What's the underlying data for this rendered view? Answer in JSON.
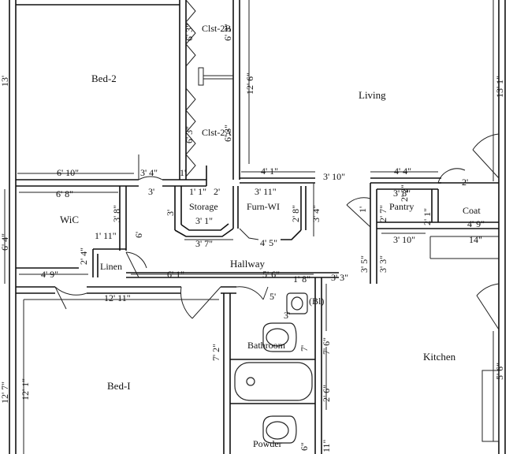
{
  "rooms": {
    "bed2": "Bed-2",
    "living": "Living",
    "clst2b": "Clst-2B",
    "clst2a": "Clst-2A",
    "wic": "WiC",
    "storage": "Storage",
    "furn_wi": "Furn-WI",
    "pantry": "Pantry",
    "coat": "Coat",
    "linen": "Linen",
    "hallway": "Hallway",
    "bathroom": "Bathroom",
    "kitchen": "Kitchen",
    "bed1": "Bed-I",
    "powder": "Powder"
  },
  "dimensions": {
    "d_6_10": "6' 10\"",
    "d_3_4_top": "3' 4\"",
    "d_1_a": "1'",
    "d_4_1": "4' 1\"",
    "d_3_10": "3' 10\"",
    "d_4_4": "4' 4\"",
    "d_6_8": "6' 8\"",
    "d_3_a": "3'",
    "d_1_1": "1' 1\"",
    "d_2_a": "2'",
    "d_3_11": "3' 11\"",
    "d_3_8_pantry": "3' 8\"",
    "d_3_b": "3'",
    "d_3_1": "3' 1\"",
    "d_3_4_right": "3' 4\"",
    "d_2_8": "2' 8\"",
    "d_4_9_coat": "4' 9\"",
    "d_3_10_b": "3' 10\"",
    "d_14": "14\"",
    "d_1_11": "1' 11\"",
    "d_3_8_wic": "3' 8\"",
    "d_6": "6'",
    "d_3_7": "3' 7\"",
    "d_4_5": "4' 5\"",
    "d_2_4": "2' 4\"",
    "d_4_9_hall": "4' 9\"",
    "d_6_1": "6' 1\"",
    "d_5_6": "5' 6\"",
    "d_1_8": "1' 8\"",
    "d_3_3_hall": "3' 3\"",
    "d_12_11": "12' 11\"",
    "d_7_2": "7' 2\"",
    "d_7": "7'",
    "d_7_6": "7' 6\"",
    "d_2_6": "2' 6\"",
    "d_5_6_kitchen": "5' 6\"",
    "d_12_7": "12' 7\"",
    "d_12_1": "12' 1\"",
    "d_6_4": "6' 4\"",
    "d_13": "13'",
    "d_13_1": "13' 1\"",
    "d_12_6": "12' 6\"",
    "d_6_3_a": "6' 3\"",
    "d_6_3_b": "6' 3\"",
    "d_6_3_c": "6' 3\"",
    "d_6_3_d": "6' 3\"",
    "d_3_5": "3' 5\"",
    "d_3_3_pantry": "3' 3\"",
    "d_2_7": "2' 7\"",
    "d_2_2": "2' 2\"",
    "d_2_1": "2' 1\"",
    "d_1_b": "1'",
    "d_11": "11\"",
    "d_6_in": "6\"",
    "d_2_coat": "2'",
    "d_bl": "(Bl)",
    "d_5": "5'",
    "d_3_shower": "3'"
  }
}
